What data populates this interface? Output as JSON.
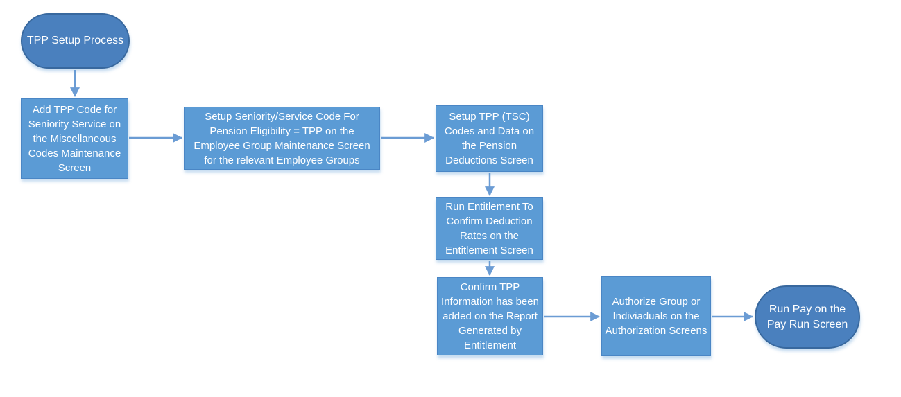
{
  "diagram": {
    "title": "TPP Setup Process",
    "type": "flowchart",
    "colors": {
      "background": "#FFFFFF",
      "terminator_fill": "#4A80BE",
      "terminator_border": "#38689E",
      "process_fill": "#5B9BD5",
      "process_border": "#4A86C5",
      "arrow": "#6B9CD4",
      "text": "#FFFFFF"
    },
    "nodes": [
      {
        "id": "start",
        "type": "terminator",
        "label": "TPP Setup Process"
      },
      {
        "id": "add-tpp-code",
        "type": "process",
        "label": "Add TPP Code for Seniority Service on the Miscellaneous Codes Maintenance Screen"
      },
      {
        "id": "setup-seniority",
        "type": "process",
        "label": "Setup Seniority/Service Code For Pension Eligibility = TPP on the Employee Group Maintenance Screen for the relevant Employee Groups"
      },
      {
        "id": "setup-tsc",
        "type": "process",
        "label": "Setup TPP (TSC) Codes and Data on the Pension Deductions Screen"
      },
      {
        "id": "run-entitlement",
        "type": "process",
        "label": "Run Entitlement To Confirm Deduction Rates on the Entitlement Screen"
      },
      {
        "id": "confirm-tpp",
        "type": "process",
        "label": "Confirm TPP Information has been added on the Report Generated by Entitlement"
      },
      {
        "id": "authorize",
        "type": "process",
        "label": "Authorize Group or Indiviaduals on the Authorization Screens"
      },
      {
        "id": "run-pay",
        "type": "terminator",
        "label": "Run Pay on the Pay Run Screen"
      }
    ],
    "edges": [
      {
        "from": "start",
        "to": "add-tpp-code",
        "direction": "down"
      },
      {
        "from": "add-tpp-code",
        "to": "setup-seniority",
        "direction": "right"
      },
      {
        "from": "setup-seniority",
        "to": "setup-tsc",
        "direction": "right"
      },
      {
        "from": "setup-tsc",
        "to": "run-entitlement",
        "direction": "down"
      },
      {
        "from": "run-entitlement",
        "to": "confirm-tpp",
        "direction": "down"
      },
      {
        "from": "confirm-tpp",
        "to": "authorize",
        "direction": "right"
      },
      {
        "from": "authorize",
        "to": "run-pay",
        "direction": "right"
      }
    ]
  }
}
